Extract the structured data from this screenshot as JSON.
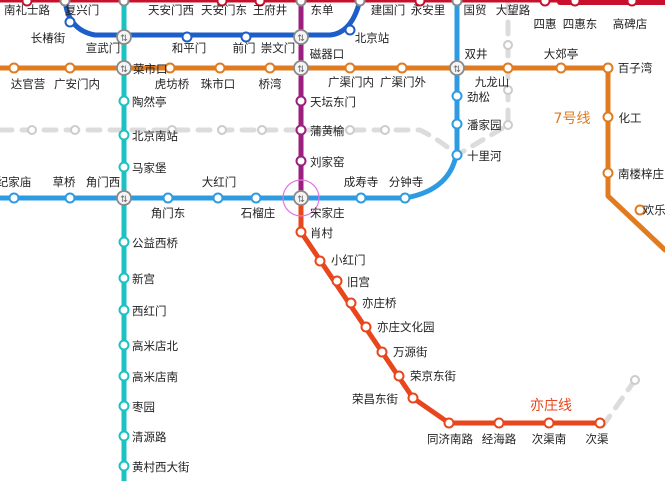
{
  "colors": {
    "line1": "#c8102e",
    "line2": "#1e5ec8",
    "line4": "#1cc2c2",
    "line5": "#9b1f7e",
    "line7": "#e07b20",
    "line10": "#2c9be2",
    "yizhuang": "#e8461c",
    "planned": "#dcdcdc",
    "highlight": "#e472e4",
    "transfer": "#8a8a8a"
  },
  "line_labels": {
    "line7": "7号线",
    "yizhuang": "亦庄线"
  },
  "lines": {
    "line1": [
      "南礼士路",
      "复兴门",
      "天安门西",
      "天安门东",
      "王府井",
      "东单",
      "建国门",
      "永安里",
      "国贸",
      "大望路",
      "四惠",
      "四惠东",
      "高碑店"
    ],
    "line2": [
      "长椿街",
      "宣武门",
      "和平门",
      "前门",
      "崇文门",
      "北京站"
    ],
    "line4": [
      "菜市口",
      "陶然亭",
      "北京南站",
      "马家堡",
      "角门西",
      "公益西桥",
      "新宫",
      "西红门",
      "高米店北",
      "高米店南",
      "枣园",
      "清源路",
      "黄村西大街"
    ],
    "line5": [
      "磁器口",
      "天坛东门",
      "蒲黄榆",
      "刘家窑",
      "宋家庄"
    ],
    "line7": [
      "达官营",
      "广安门内",
      "虎坊桥",
      "珠市口",
      "桥湾",
      "广渠门内",
      "广渠门外",
      "双井",
      "九龙山",
      "大郊亭",
      "百子湾",
      "化工",
      "南楼梓庄",
      "欢乐谷"
    ],
    "line10": [
      "劲松",
      "潘家园",
      "十里河",
      "分钟寺",
      "成寿寺",
      "石榴庄",
      "大红门",
      "角门东",
      "草桥",
      "纪家庙"
    ],
    "yizhuang": [
      "肖村",
      "小红门",
      "旧宫",
      "亦庄桥",
      "亦庄文化园",
      "万源街",
      "荣京东街",
      "荣昌东街",
      "同济南路",
      "经海路",
      "次渠南",
      "次渠"
    ]
  },
  "highlighted_station": "宋家庄"
}
